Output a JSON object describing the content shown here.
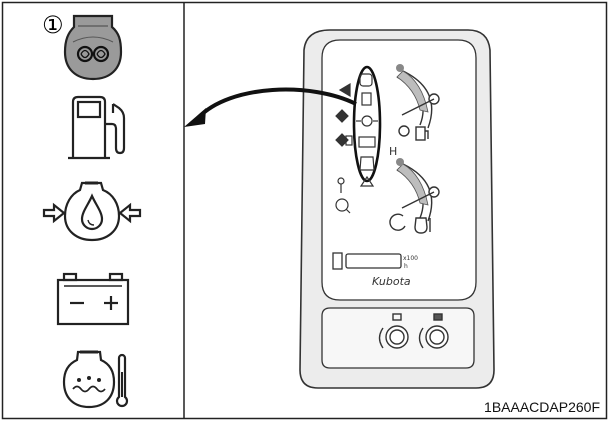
{
  "callout_number": "①",
  "brand_text": "Kubota",
  "rpm_label": "x100",
  "rpm_unit": "h",
  "figure_code": "1BAAACDAP260F",
  "left_icons": [
    {
      "name": "glow-plug-indicator-icon"
    },
    {
      "name": "fuel-level-icon"
    },
    {
      "name": "engine-oil-pressure-icon"
    },
    {
      "name": "battery-charge-icon"
    },
    {
      "name": "coolant-temperature-icon"
    }
  ]
}
